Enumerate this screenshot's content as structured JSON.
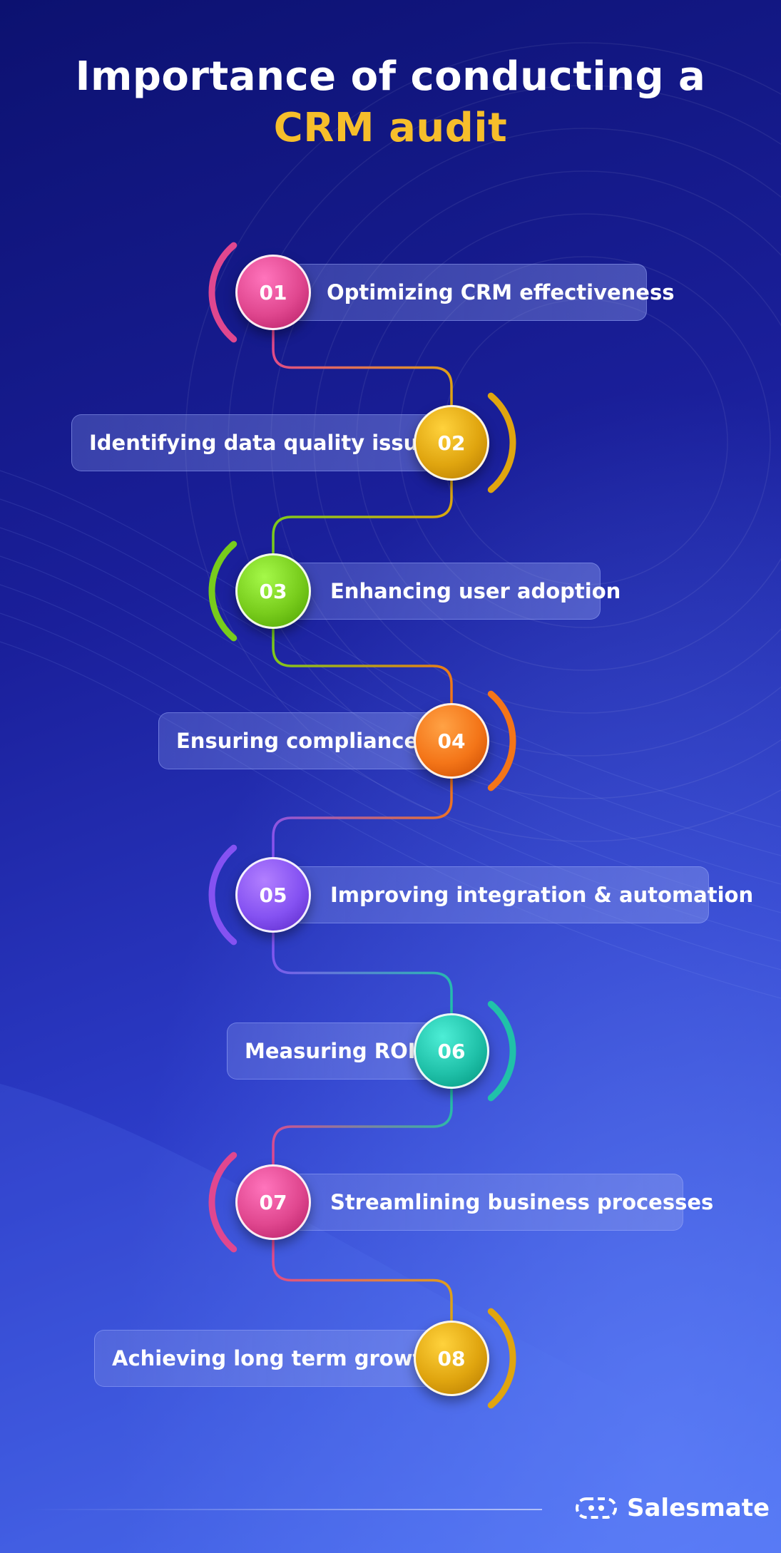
{
  "title": {
    "line1": "Importance of conducting a",
    "line2": "CRM audit",
    "line2_color": "#f6be2b"
  },
  "steps": [
    {
      "number": "01",
      "label": "Optimizing CRM effectiveness",
      "color": "#e0478f"
    },
    {
      "number": "02",
      "label": "Identifying data quality issues",
      "color": "#e0a50f"
    },
    {
      "number": "03",
      "label": "Enhancing user adoption",
      "color": "#78cc1c"
    },
    {
      "number": "04",
      "label": "Ensuring compliance",
      "color": "#f47518"
    },
    {
      "number": "05",
      "label": "Improving integration & automation",
      "color": "#8552f2"
    },
    {
      "number": "06",
      "label": "Measuring ROI",
      "color": "#20c1a9"
    },
    {
      "number": "07",
      "label": "Streamlining business processes",
      "color": "#e0478f"
    },
    {
      "number": "08",
      "label": "Achieving long term growth",
      "color": "#e0a50f"
    }
  ],
  "brand": {
    "name": "Salesmate",
    "icon": "salesmate-logo-icon"
  }
}
